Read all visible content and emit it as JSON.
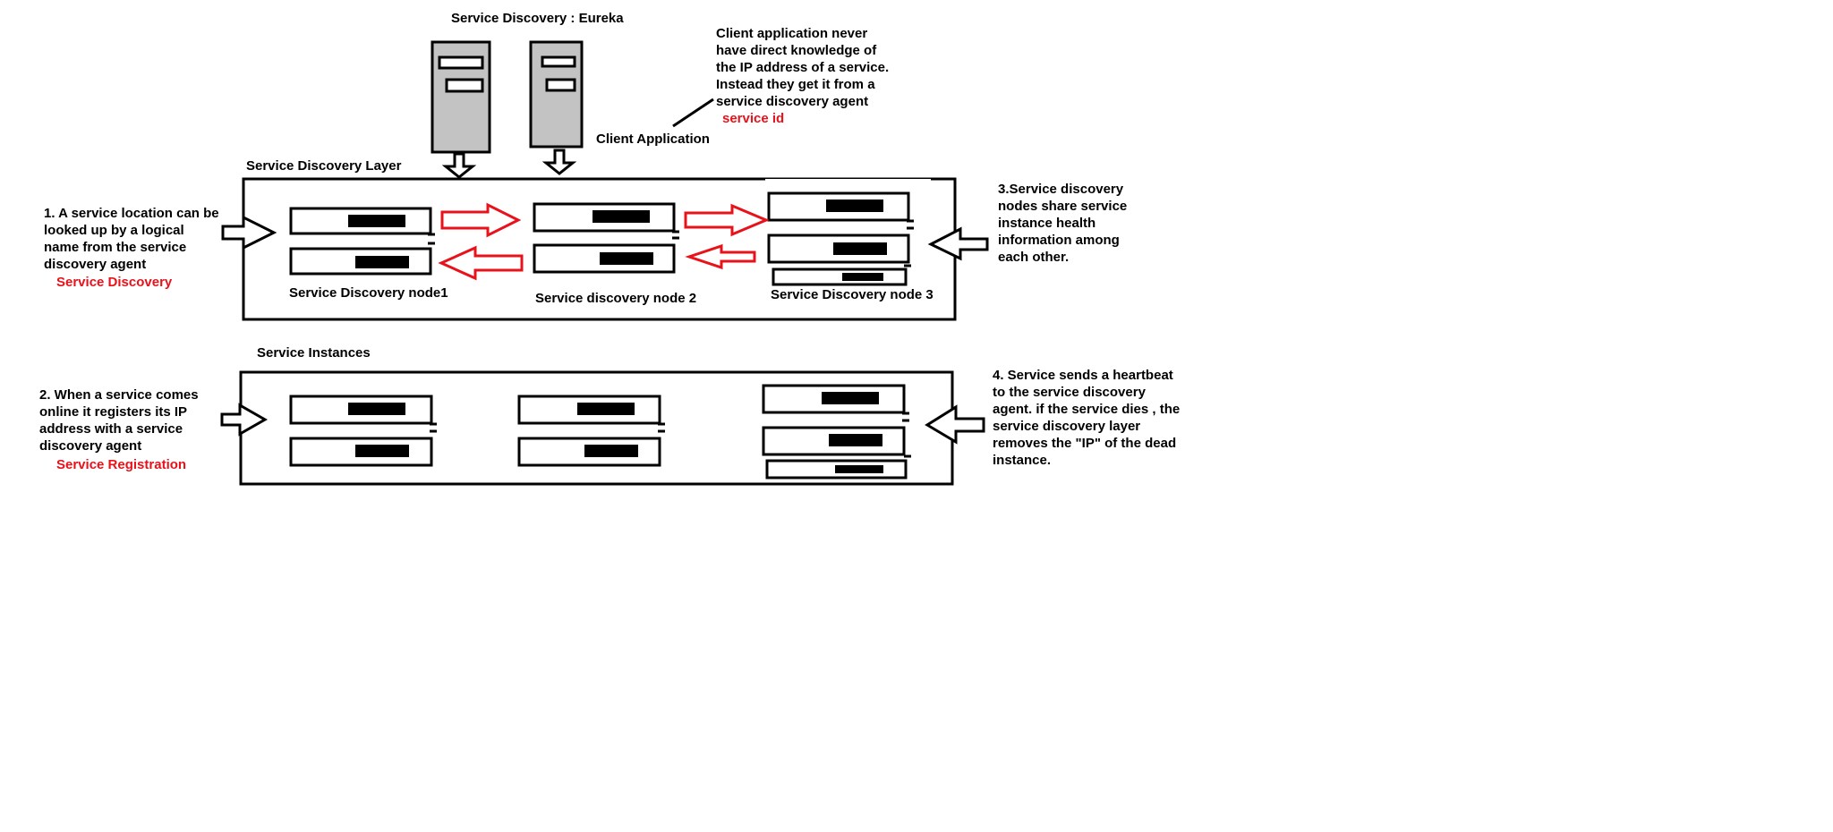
{
  "colors": {
    "accent_red": "#e8121b",
    "server_gray": "#c3c3c3",
    "ink": "#000000"
  },
  "title": "Service Discovery : Eureka",
  "client_app": {
    "label": "Client Application",
    "note": [
      "Client application never",
      "have direct knowledge of",
      "the IP address of a service.",
      "Instead they get it from a",
      "service discovery agent"
    ],
    "note_red": "service id"
  },
  "discovery_layer": {
    "title": "Service Discovery Layer",
    "nodes": [
      "Service Discovery node1",
      "Service discovery node 2",
      "Service Discovery node 3"
    ]
  },
  "instances": {
    "title": "Service Instances"
  },
  "callouts": {
    "c1": {
      "lines": [
        "1. A service location can be",
        "looked up by a logical",
        "name from the service",
        "discovery agent"
      ],
      "red": "Service Discovery"
    },
    "c2": {
      "lines": [
        "2. When a service comes",
        "online it registers its IP",
        "address with a service",
        "discovery agent"
      ],
      "red": "Service Registration"
    },
    "c3": {
      "lines": [
        "3.Service discovery",
        "nodes share service",
        "instance health",
        "information among",
        "each other."
      ]
    },
    "c4": {
      "lines": [
        "4. Service sends a heartbeat",
        "to the service discovery",
        "agent. if the service dies , the",
        "service discovery layer",
        "removes the \"IP\" of the dead",
        "instance."
      ]
    }
  }
}
